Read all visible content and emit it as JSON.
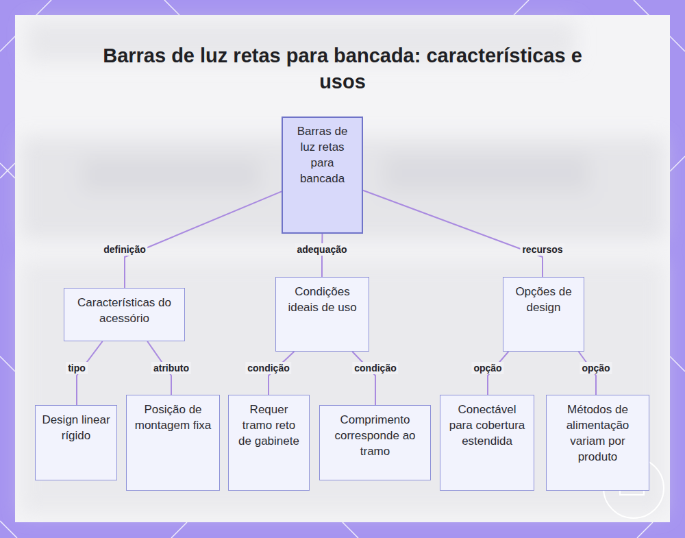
{
  "diagram": {
    "title": "Barras de luz retas para bancada: características e usos",
    "nodes": [
      {
        "text": [
          "Barras de luz retas para bancada"
        ]
      },
      {
        "text": [
          "Características do acessório"
        ]
      },
      {
        "text": [
          "Condições ideais de uso"
        ]
      },
      {
        "text": [
          "Opções de design"
        ]
      },
      {
        "text": [
          "Design linear rígido"
        ]
      },
      {
        "text": [
          "Posição de montagem fixa"
        ]
      },
      {
        "text": [
          "Requer tramo reto de gabinete"
        ]
      },
      {
        "text": [
          "Comprimento corresponde ao tramo"
        ]
      },
      {
        "text": [
          "Conectável para cobertura estendida"
        ]
      },
      {
        "text": [
          "Métodos de alimentação variam por produto"
        ]
      }
    ],
    "edges": [
      {
        "from": 0,
        "to": 1,
        "label": "definição",
        "arrow": "none"
      },
      {
        "from": 0,
        "to": 2,
        "label": "adequação",
        "arrow": "none"
      },
      {
        "from": 0,
        "to": 3,
        "label": "recursos",
        "arrow": "none"
      },
      {
        "from": 1,
        "to": 4,
        "label": "tipo",
        "arrow": "none"
      },
      {
        "from": 1,
        "to": 5,
        "label": "atributo",
        "arrow": "none"
      },
      {
        "from": 2,
        "to": 6,
        "label": "condição",
        "arrow": "none"
      },
      {
        "from": 2,
        "to": 7,
        "label": "condição",
        "arrow": "none"
      },
      {
        "from": 3,
        "to": 8,
        "label": "opção",
        "arrow": "none"
      },
      {
        "from": 3,
        "to": 9,
        "label": "opção",
        "arrow": "none"
      }
    ]
  }
}
